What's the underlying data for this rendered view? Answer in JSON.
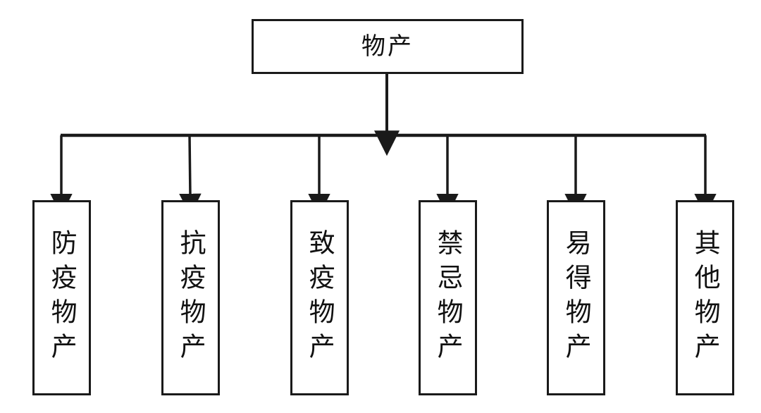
{
  "diagram": {
    "type": "tree-hierarchy",
    "orientation": "top-down",
    "root": {
      "label": "物产"
    },
    "children": [
      {
        "label": "防疫物产"
      },
      {
        "label": "抗疫物产"
      },
      {
        "label": "致疫物产"
      },
      {
        "label": "禁忌物产"
      },
      {
        "label": "易得物产"
      },
      {
        "label": "其他物产"
      }
    ],
    "colors": {
      "stroke": "#1a1a1a",
      "fill": "#ffffff",
      "text": "#111111",
      "background": "#ffffff"
    }
  }
}
